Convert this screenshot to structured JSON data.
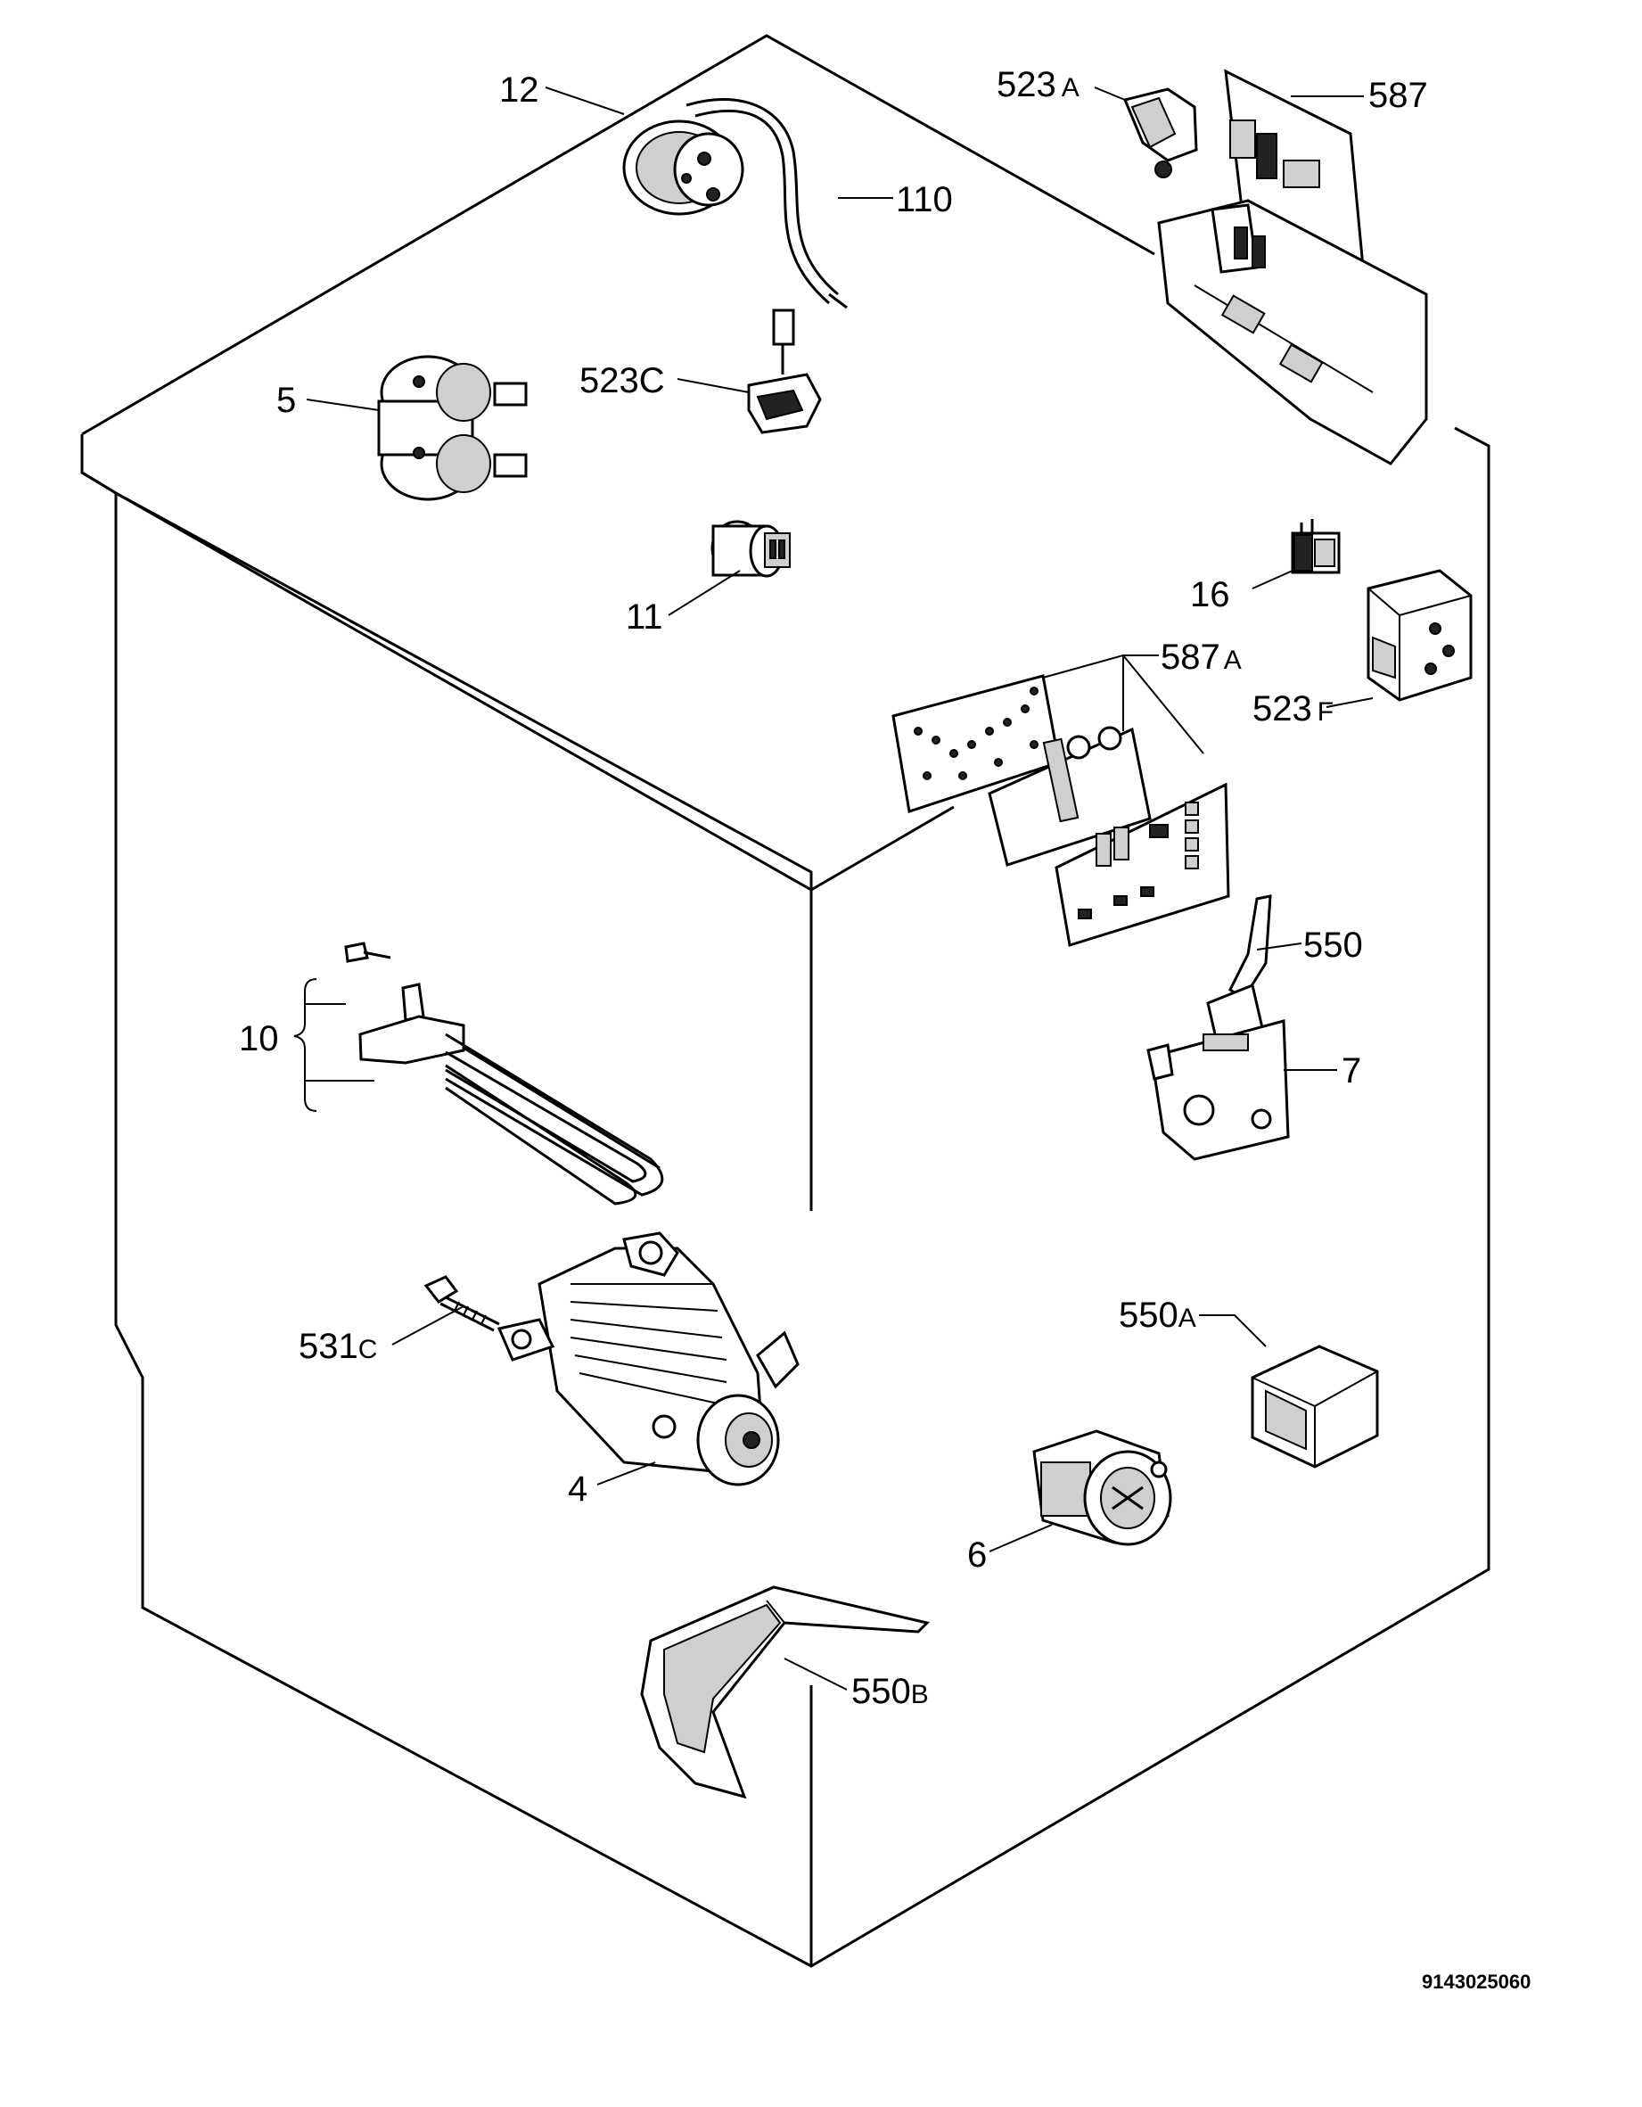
{
  "diagram_code": "9143025060",
  "labels": [
    {
      "id": "12",
      "num": "12",
      "suffix": ""
    },
    {
      "id": "110",
      "num": "110",
      "suffix": ""
    },
    {
      "id": "523A",
      "num": "523",
      "suffix": "A"
    },
    {
      "id": "587",
      "num": "587",
      "suffix": ""
    },
    {
      "id": "5",
      "num": "5",
      "suffix": ""
    },
    {
      "id": "523C",
      "num": "523C",
      "suffix": ""
    },
    {
      "id": "11",
      "num": "11",
      "suffix": ""
    },
    {
      "id": "16",
      "num": "16",
      "suffix": ""
    },
    {
      "id": "587A",
      "num": "587",
      "suffix": "A"
    },
    {
      "id": "523F",
      "num": "523",
      "suffix": "F"
    },
    {
      "id": "550",
      "num": "550",
      "suffix": ""
    },
    {
      "id": "10",
      "num": "10",
      "suffix": ""
    },
    {
      "id": "7",
      "num": "7",
      "suffix": ""
    },
    {
      "id": "531C",
      "num": "531",
      "suffix": "C"
    },
    {
      "id": "550A",
      "num": "550",
      "suffix": "A"
    },
    {
      "id": "4",
      "num": "4",
      "suffix": ""
    },
    {
      "id": "6",
      "num": "6",
      "suffix": ""
    },
    {
      "id": "550B",
      "num": "550",
      "suffix": "B"
    }
  ]
}
